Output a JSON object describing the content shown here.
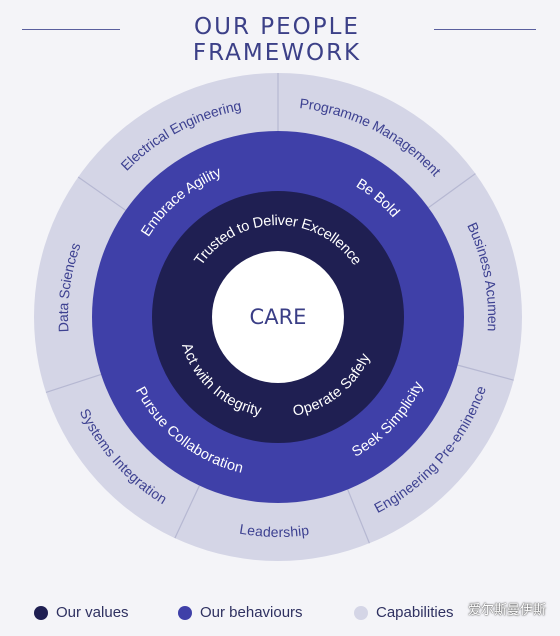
{
  "title": "OUR PEOPLE FRAMEWORK",
  "center": "CARE",
  "values": [
    "Trusted to Deliver Excellence",
    "Act with Integrity",
    "Operate Safely"
  ],
  "behaviours": [
    "Embrace Agility",
    "Be Bold",
    "Seek Simplicity",
    "Pursue Collaboration"
  ],
  "capabilities": [
    "Programme Management",
    "Business Acumen",
    "Engineering Pre-eminence",
    "Leadership",
    "Systems Integration",
    "Data Sciences",
    "Electrical Engineering"
  ],
  "legend": [
    "Our values",
    "Our behaviours",
    "Capabilities"
  ],
  "watermark": "爱尔斯曼伊斯",
  "colors": {
    "outer_ring": "#d4d5e6",
    "outer_divider": "#b6b8d2",
    "outer_text": "#3d4191",
    "behaviours_ring": "#3f40a8",
    "values_ring": "#1f1f52",
    "center_fill": "#ffffff",
    "center_text": "#3a3e86",
    "ring_text": "#ffffff"
  }
}
